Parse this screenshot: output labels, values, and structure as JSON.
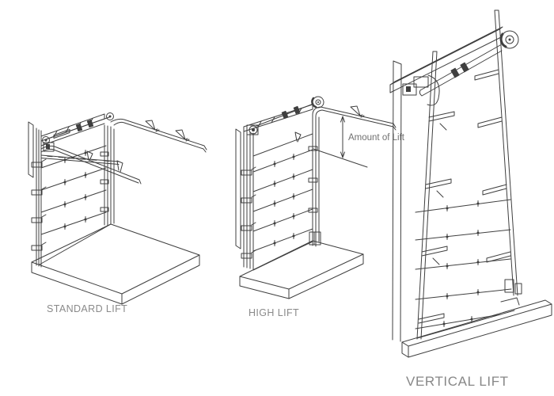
{
  "page": {
    "background_color": "#ffffff",
    "line_color": "#3f3f3f",
    "label_color": "#8a8a8a",
    "annotation_color": "#707070"
  },
  "figures": [
    {
      "id": "standard-lift",
      "label": "STANDARD LIFT"
    },
    {
      "id": "high-lift",
      "label": "HIGH LIFT",
      "annotation": "Amount of Lift"
    },
    {
      "id": "vertical-lift",
      "label": "VERTICAL LIFT"
    }
  ]
}
